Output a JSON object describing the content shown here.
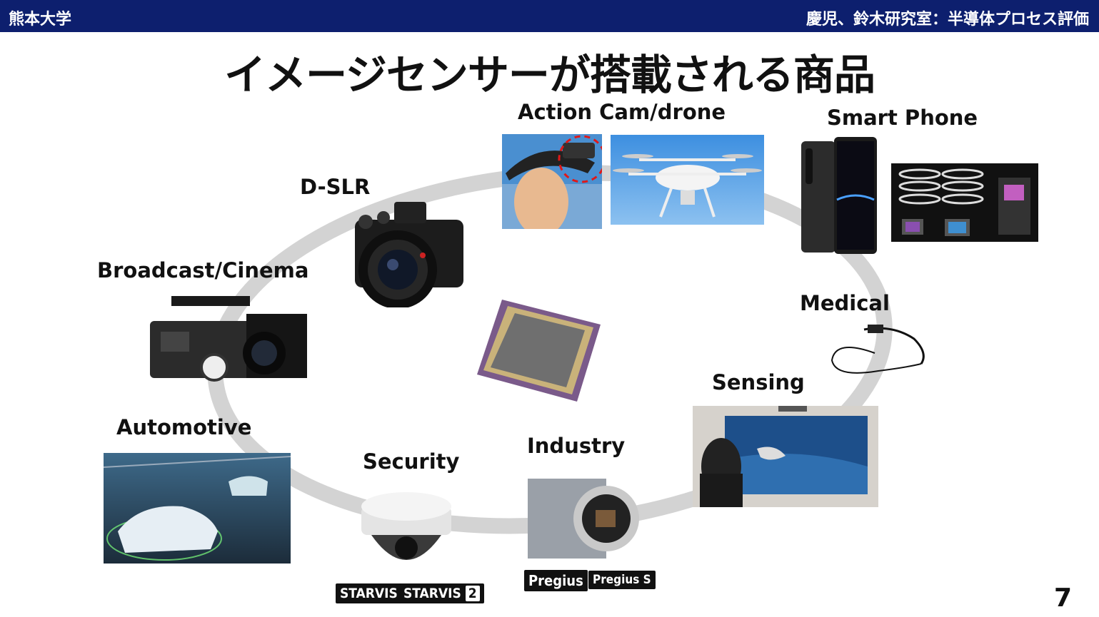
{
  "header": {
    "left": "熊本大学",
    "right": "慶児、鈴木研究室：半導体プロセス評価"
  },
  "title": "イメージセンサーが搭載される商品",
  "labels": {
    "action_cam": "Action Cam/drone",
    "smart_phone": "Smart Phone",
    "dslr": "D-SLR",
    "broadcast": "Broadcast/Cinema",
    "medical": "Medical",
    "sensing": "Sensing",
    "automotive": "Automotive",
    "security": "Security",
    "industry": "Industry"
  },
  "badges": {
    "starvis": "STARVIS",
    "starvis2": "STARVIS",
    "starvis2_num": "2",
    "pregius": "Pregius",
    "pregius_s": "Pregius S"
  },
  "page_number": "7"
}
